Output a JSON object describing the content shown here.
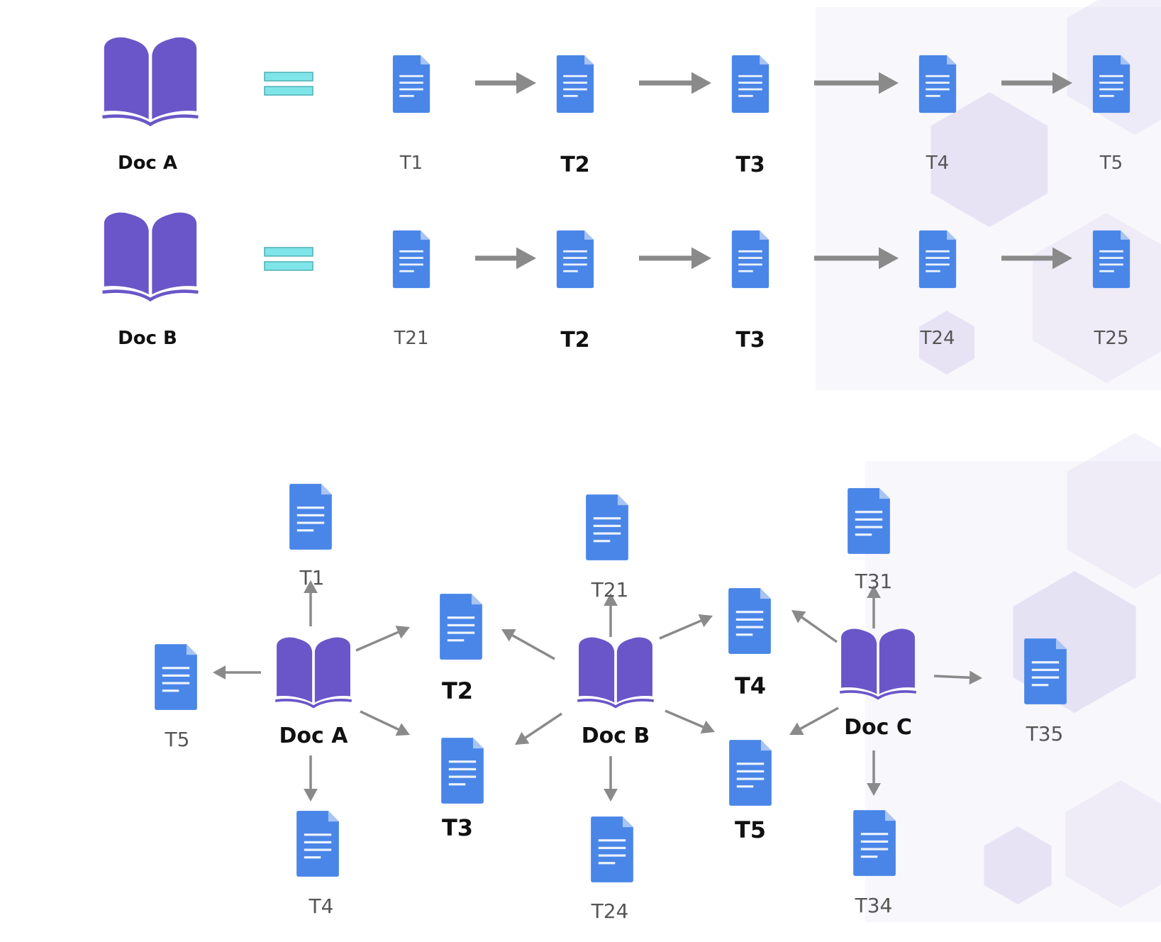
{
  "top_panel": {
    "rows": [
      {
        "doc": {
          "id": "docA",
          "label": "Doc A"
        },
        "equals_icon": "equals-icon",
        "chain": [
          {
            "id": "t1",
            "label": "T1",
            "bold": false
          },
          {
            "id": "t2",
            "label": "T2",
            "bold": true
          },
          {
            "id": "t3",
            "label": "T3",
            "bold": true
          },
          {
            "id": "t4",
            "label": "T4",
            "bold": false
          },
          {
            "id": "t5",
            "label": "T5",
            "bold": false
          }
        ]
      },
      {
        "doc": {
          "id": "docB",
          "label": "Doc B"
        },
        "equals_icon": "equals-icon",
        "chain": [
          {
            "id": "t21",
            "label": "T21",
            "bold": false
          },
          {
            "id": "t2",
            "label": "T2",
            "bold": true
          },
          {
            "id": "t3",
            "label": "T3",
            "bold": true
          },
          {
            "id": "t24",
            "label": "T24",
            "bold": false
          },
          {
            "id": "t25",
            "label": "T25",
            "bold": false
          }
        ]
      }
    ]
  },
  "graph_panel": {
    "docs": [
      {
        "id": "docA",
        "label": "Doc A"
      },
      {
        "id": "docB",
        "label": "Doc B"
      },
      {
        "id": "docC",
        "label": "Doc C"
      }
    ],
    "terms": [
      {
        "id": "T1",
        "label": "T1",
        "bold": false
      },
      {
        "id": "T5",
        "label": "T5",
        "bold": false
      },
      {
        "id": "T4a",
        "label": "T4",
        "bold": false
      },
      {
        "id": "T2",
        "label": "T2",
        "bold": true
      },
      {
        "id": "T3",
        "label": "T3",
        "bold": true
      },
      {
        "id": "T21",
        "label": "T21",
        "bold": false
      },
      {
        "id": "T24",
        "label": "T24",
        "bold": false
      },
      {
        "id": "T4",
        "label": "T4",
        "bold": true
      },
      {
        "id": "T5b",
        "label": "T5",
        "bold": true
      },
      {
        "id": "T31",
        "label": "T31",
        "bold": false
      },
      {
        "id": "T35",
        "label": "T35",
        "bold": false
      },
      {
        "id": "T34",
        "label": "T34",
        "bold": false
      }
    ],
    "edges": [
      {
        "from": "docA",
        "to": "T1"
      },
      {
        "from": "docA",
        "to": "T5"
      },
      {
        "from": "docA",
        "to": "T4a"
      },
      {
        "from": "docA",
        "to": "T2"
      },
      {
        "from": "docA",
        "to": "T3"
      },
      {
        "from": "docB",
        "to": "T21"
      },
      {
        "from": "docB",
        "to": "T24"
      },
      {
        "from": "docB",
        "to": "T2"
      },
      {
        "from": "docB",
        "to": "T3"
      },
      {
        "from": "docB",
        "to": "T4"
      },
      {
        "from": "docB",
        "to": "T5b"
      },
      {
        "from": "docC",
        "to": "T31"
      },
      {
        "from": "docC",
        "to": "T35"
      },
      {
        "from": "docC",
        "to": "T34"
      },
      {
        "from": "docC",
        "to": "T4"
      },
      {
        "from": "docC",
        "to": "T5b"
      }
    ]
  },
  "colors": {
    "book": "#6a56c8",
    "book_page_line": "#ffffff",
    "doc_icon": "#4a86e8",
    "doc_icon_fold": "#a8c4f4",
    "arrow": "#8a8a8a",
    "equals": "#7fe5e8",
    "equals_outline": "#4bb0b5",
    "hexagon": "#d9d3ee"
  },
  "icons": {
    "book": "open-book-icon",
    "document": "document-icon",
    "arrow": "arrow-icon",
    "equals": "equals-icon",
    "background": "hexagon-pattern"
  }
}
